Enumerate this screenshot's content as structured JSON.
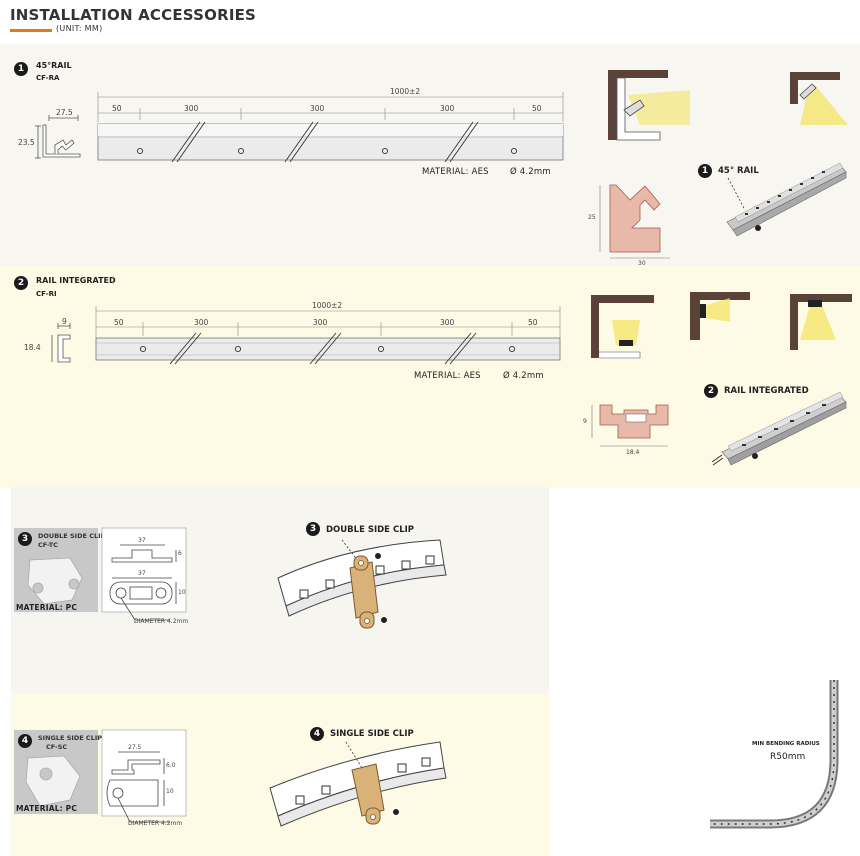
{
  "header": {
    "title": "INSTALLATION ACCESSORIES",
    "unit": "(UNIT: MM)"
  },
  "section1": {
    "number": "1",
    "name": "45°RAIL",
    "code": "CF-RA",
    "overall_length": "1000±2",
    "segments": [
      "50",
      "300",
      "300",
      "300",
      "50"
    ],
    "profile_width": "27.5",
    "profile_height": "23.5",
    "material": "MATERIAL: AES",
    "hole": "Ø 4.2mm",
    "callout_number": "1",
    "callout_label": "45° RAIL",
    "cross_height": "25",
    "cross_width": "30"
  },
  "section2": {
    "number": "2",
    "name": "RAIL INTEGRATED",
    "code": "CF-RI",
    "overall_length": "1000±2",
    "segments": [
      "50",
      "300",
      "300",
      "300",
      "50"
    ],
    "profile_width": "9",
    "profile_height": "18.4",
    "material": "MATERIAL: AES",
    "hole": "Ø 4.2mm",
    "callout_number": "2",
    "callout_label": "RAIL INTEGRATED",
    "cross_height": "9",
    "cross_width": "18.4"
  },
  "section3": {
    "number": "3",
    "name": "DOUBLE SIDE CLIP",
    "code": "CF-TC",
    "material": "MATERIAL: PC",
    "dim_top": "37",
    "dim_top_h": "6",
    "dim_bottom": "37",
    "dim_bottom_h": "10",
    "diameter": "DIAMETER 4.2mm",
    "callout_number": "3",
    "callout_label": "DOUBLE SIDE CLIP"
  },
  "section4": {
    "number": "4",
    "name": "SINGLE SIDE CLIP",
    "code": "CF-SC",
    "material": "MATERIAL: PC",
    "dim_top": "27.5",
    "dim_top_h": "6.0",
    "dim_bottom_h": "10",
    "diameter": "DIAMETER 4.2mm",
    "callout_number": "4",
    "callout_label": "SINGLE SIDE CLIP"
  },
  "bending": {
    "label": "MIN BENDING RADIUS",
    "value": "R50mm"
  },
  "colors": {
    "accent": "#e37a14",
    "wall": "#5a4238",
    "light": "#f3e25a",
    "pink": "#e8b8a8",
    "clip": "#d9b27a"
  }
}
